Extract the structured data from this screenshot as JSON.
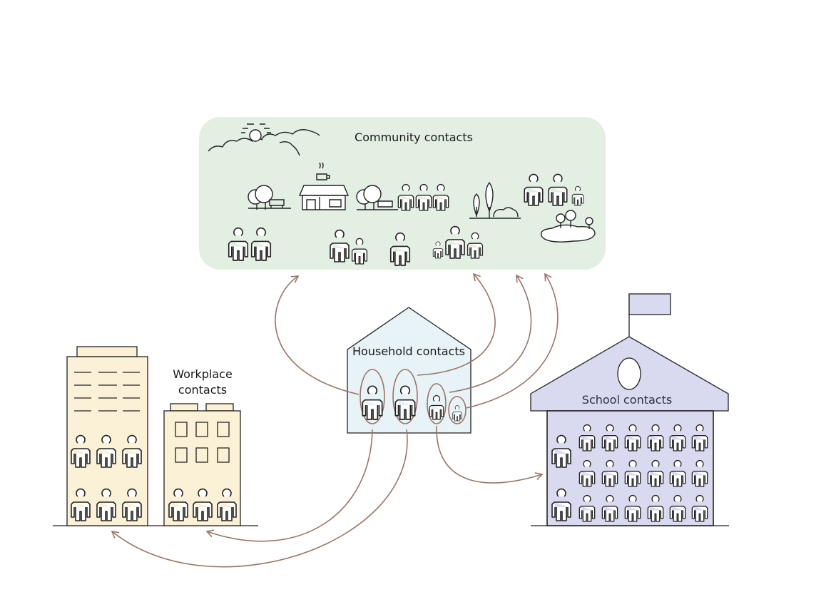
{
  "labels": {
    "community": "Community contacts",
    "household": "Household contacts",
    "workplace": "Workplace\ncontacts",
    "school": "School contacts"
  },
  "colors": {
    "community_fill": "#e3efe3",
    "household_fill": "#e8f3f7",
    "workplace_fill": "#fbf1d6",
    "school_fill": "#d9d9f0",
    "arrow": "#9b7466",
    "line": "#222222"
  },
  "icons": [
    "person-icon",
    "tree-icon",
    "bench-icon",
    "cafe-icon",
    "sun-icon",
    "cloud-icon",
    "pond-icon",
    "flag-icon"
  ]
}
